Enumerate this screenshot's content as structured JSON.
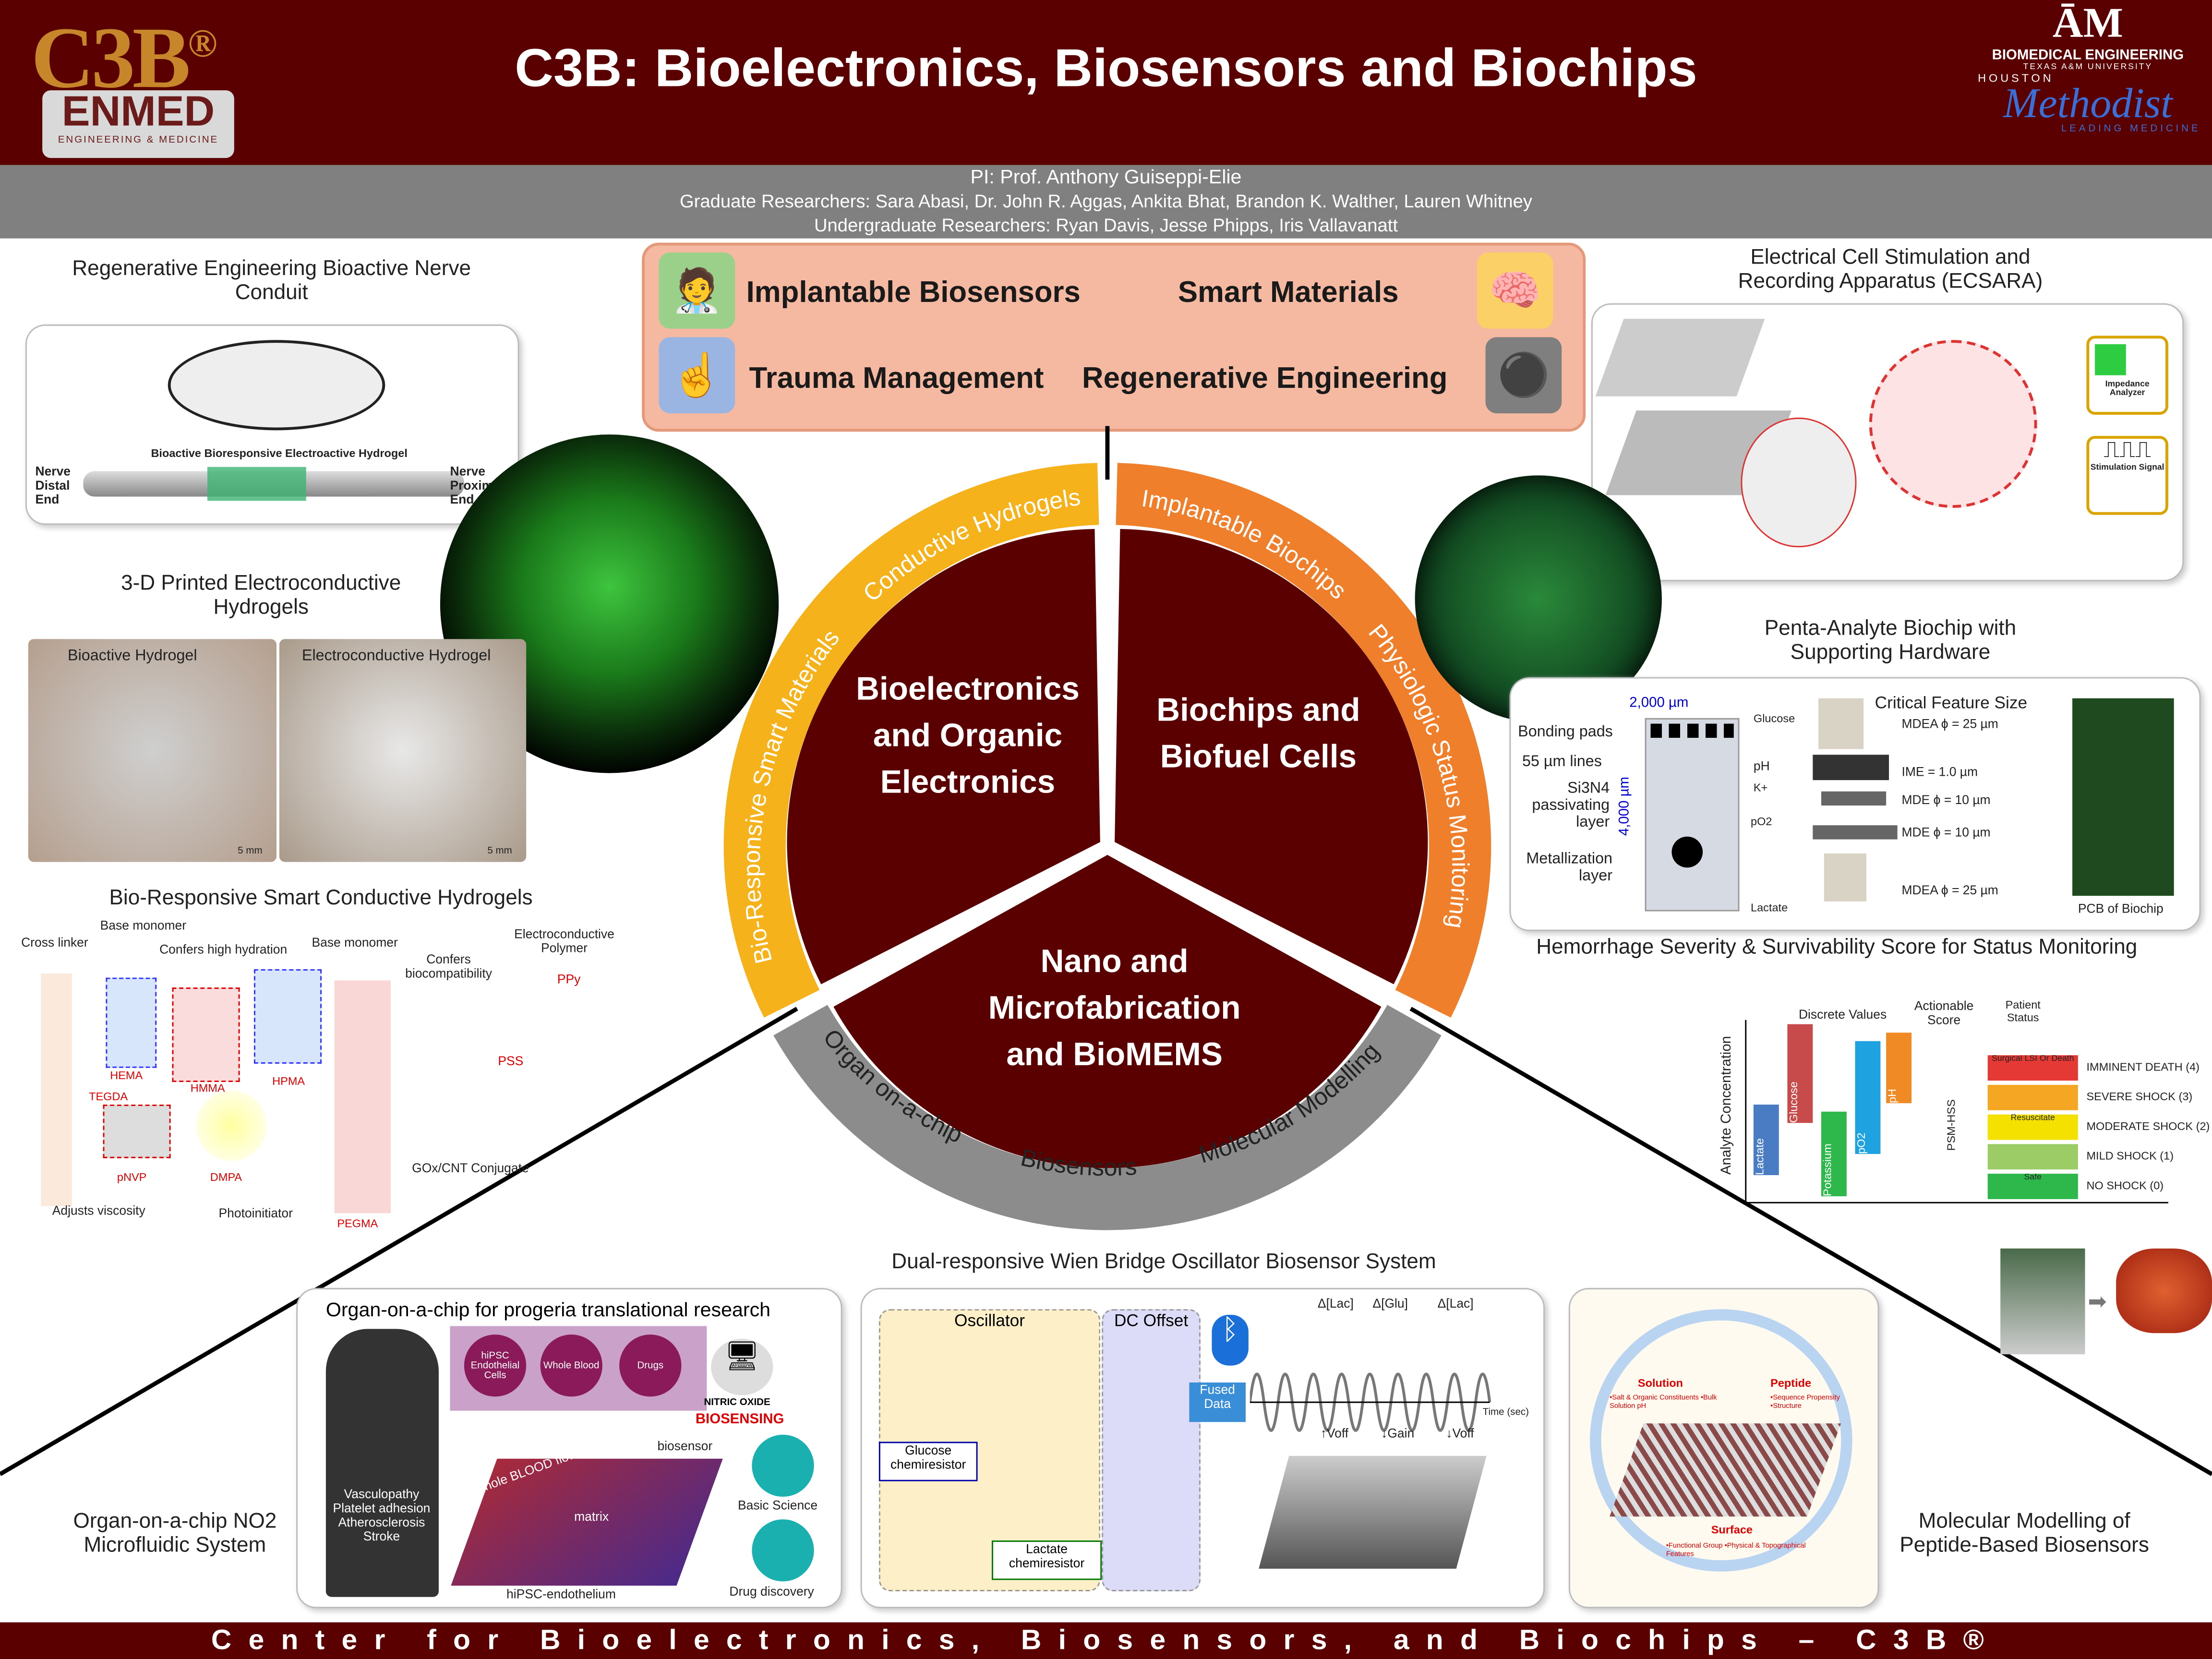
{
  "header": {
    "title": "C3B: Bioelectronics, Biosensors and Biochips",
    "logo_c3b": "C3B",
    "logo_reg": "®",
    "logo_enmed": "ENMED",
    "logo_enmed_sub": "ENGINEERING & MEDICINE",
    "tamu_line1": "BIOMEDICAL ENGINEERING",
    "tamu_line2": "TEXAS A&M UNIVERSITY",
    "houston": "HOUSTON",
    "methodist": "Methodist",
    "methodist_sub": "LEADING MEDICINE"
  },
  "people": {
    "pi": "PI: Prof. Anthony Guiseppi-Elie",
    "grad": "Graduate Researchers: Sara Abasi, Dr. John R. Aggas, Ankita Bhat, Brandon K. Walther, Lauren Whitney",
    "undergrad": "Undergraduate Researchers: Ryan Davis, Jesse Phipps, Iris Vallavanatt"
  },
  "areas": {
    "a1": "Implantable Biosensors",
    "a2": "Smart Materials",
    "a3": "Trauma Management",
    "a4": "Regenerative Engineering"
  },
  "wheel": {
    "w1": "Bioelectronics and Organic Electronics",
    "w2": "Biochips and Biofuel Cells",
    "w3": "Nano and Microfabrication and BioMEMS",
    "r1": "Bio-Responsive Smart Materials",
    "r2": "Conductive Hydrogels",
    "r3": "Implantable Biochips",
    "r4": "Physiologic Status Monitoring",
    "r5": "Organ on-a-chip",
    "r6": "Biosensors",
    "r7": "Molecular Modelling"
  },
  "left": {
    "nerve_title": "Regenerative Engineering Bioactive Nerve Conduit",
    "nerve_label": "Bioactive Bioresponsive Electroactive Hydrogel",
    "nerve_distal": "Nerve Distal End",
    "nerve_proximal": "Nerve Proximal End",
    "printed_title": "3-D Printed Electroconductive Hydrogels",
    "bioactive": "Bioactive Hydrogel",
    "electro": "Electroconductive Hydrogel",
    "scale": "5 mm",
    "smart_title": "Bio-Responsive Smart Conductive Hydrogels",
    "chem": [
      "Cross linker",
      "Base monomer",
      "Confers high hydration",
      "Base monomer",
      "Confers biocompatibility",
      "Electroconductive Polymer",
      "PPy",
      "PSS",
      "HEMA",
      "HMMA",
      "HPMA",
      "TEGDA",
      "pNVP",
      "DMPA",
      "PEGMA",
      "GOx/CNT Conjugate",
      "Adjusts viscosity",
      "Photoinitiator"
    ]
  },
  "right": {
    "ecsara_title": "Electrical Cell Stimulation and Recording Apparatus (ECSARA)",
    "impedance": "Impedance Analyzer",
    "stim": "Stimulation Signal",
    "penta_title": "Penta-Analyte Biochip with Supporting Hardware",
    "chip_labels": [
      "Bonding pads",
      "55 µm lines",
      "Si3N4 passivating layer",
      "Metallization layer"
    ],
    "dim_w": "2,000 µm",
    "dim_h": "4,000 µm",
    "analytes": [
      "Glucose",
      "pH",
      "K+",
      "pO2",
      "Lactate"
    ],
    "cfs_title": "Critical Feature Size",
    "cfs": [
      "MDEA ϕ = 25 µm",
      "IME = 1.0 µm",
      "MDE ϕ = 10 µm",
      "MDE ϕ = 10 µm",
      "MDEA ϕ = 25 µm"
    ],
    "pcb": "PCB of Biochip",
    "hss_title": "Hemorrhage Severity & Survivability Score for Status Monitoring",
    "discrete": "Discrete Values",
    "actionable": "Actionable Score",
    "patient": "Patient Status",
    "yaxis": "Analyte Concentration",
    "psm": "PSM-HSS",
    "bars": [
      "Lactate",
      "Glucose",
      "Potassium",
      "pO2",
      "pH"
    ],
    "levels": [
      {
        "label": "Surgical LSI Or Death",
        "status": "IMMINENT DEATH (4)",
        "color": "#e53935"
      },
      {
        "label": "",
        "status": "SEVERE SHOCK (3)",
        "color": "#f5a623"
      },
      {
        "label": "Resuscitate",
        "status": "MODERATE SHOCK (2)",
        "color": "#f5e100"
      },
      {
        "label": "",
        "status": "MILD SHOCK (1)",
        "color": "#9ccc65"
      },
      {
        "label": "Safe",
        "status": "NO SHOCK (0)",
        "color": "#2eb84b"
      }
    ]
  },
  "bottom": {
    "ooc_caption": "Organ-on-a-chip NO2 Microfluidic System",
    "ooc_title": "Organ-on-a-chip for progeria translational research",
    "cells": [
      "hiPSC Endothelial Cells",
      "Whole Blood",
      "Drugs"
    ],
    "nitric": "NITRIC OXIDE",
    "biosensing": "BIOSENSING",
    "basic": "Basic Science",
    "drug": "Drug discovery",
    "vasc": "Vasculopathy Platelet adhesion Atherosclerosis Stroke",
    "flow": "whole BLOOD flow",
    "matrix": "matrix",
    "biosensor": "biosensor",
    "endo": "hiPSC-endothelium",
    "wien_title": "Dual-responsive Wien Bridge Oscillator Biosensor System",
    "osc": "Oscillator",
    "dc": "DC Offset",
    "fused": "Fused Data",
    "glucose_chem": "Glucose chemiresistor",
    "lactate_chem": "Lactate chemiresistor",
    "wave_labels": [
      "Δ[Lac]",
      "Δ[Glu]",
      "Δ[Lac]"
    ],
    "time": "Time (sec)",
    "voff": "↑Voff",
    "gain": "↓Gain",
    "voff2": "↓Voff",
    "mm_caption": "Molecular Modelling of Peptide-Based Biosensors",
    "solution": "Solution",
    "peptide": "Peptide",
    "surface": "Surface",
    "sol_items": "•Salt & Organic Constituents •Bulk Solution pH",
    "pep_items": "•Sequence Propensity •Structure",
    "surf_items": "•Functional Group •Physical & Topographical Features"
  },
  "footer": "Center for Bioelectronics, Biosensors, and Biochips – C3B®"
}
